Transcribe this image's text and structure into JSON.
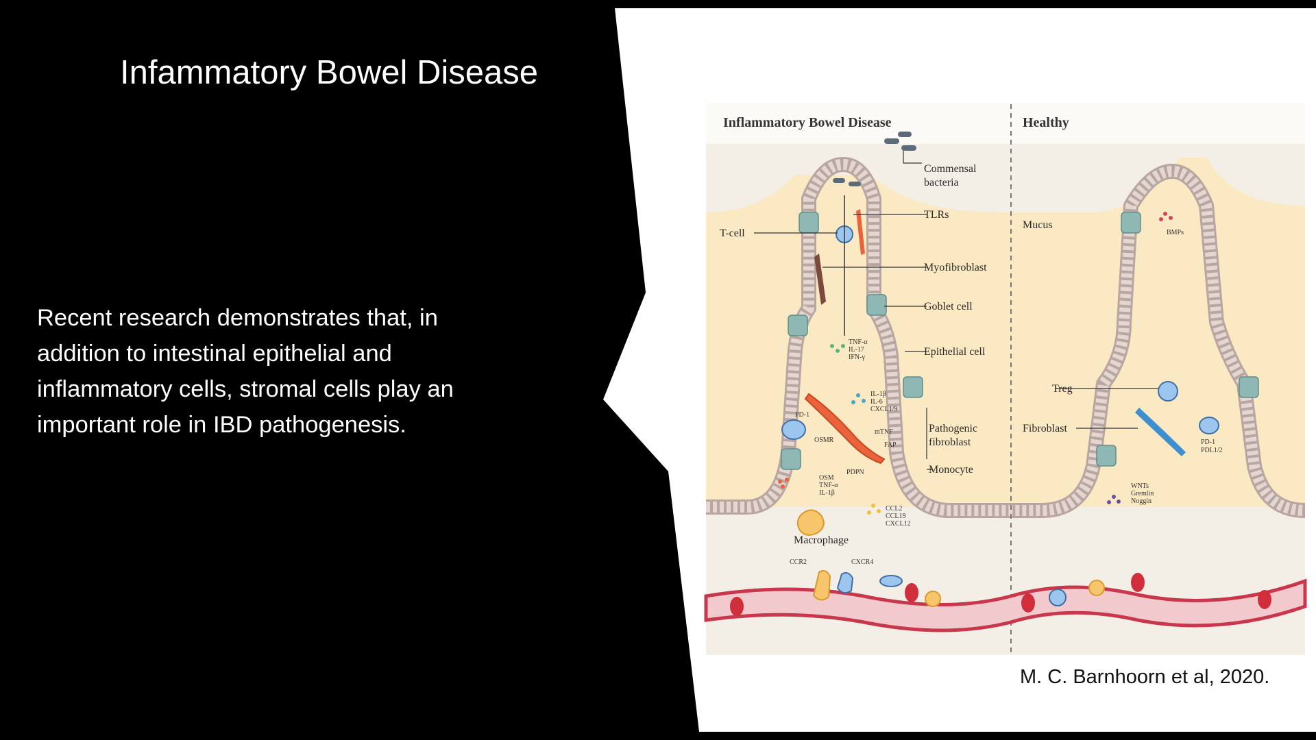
{
  "slide": {
    "title": "Infammatory Bowel Disease",
    "body": "Recent research demonstrates that, in addition to intestinal epithelial and inflammatory cells, stromal cells play an important role in IBD pathogenesis.",
    "citation": "M. C. Barnhoorn et al, 2020."
  },
  "figure": {
    "header_left": "Inflammatory Bowel Disease",
    "header_right": "Healthy",
    "labels": {
      "commensal_1": "Commensal",
      "commensal_2": "bacteria",
      "tlrs": "TLRs",
      "tcell": "T-cell",
      "myofibroblast": "Myofibroblast",
      "goblet": "Goblet cell",
      "epithelial": "Epithelial cell",
      "pathogenic_1": "Pathogenic",
      "pathogenic_2": "fibroblast",
      "monocyte": "Monocyte",
      "macrophage": "Macrophage",
      "mucus": "Mucus",
      "treg": "Treg",
      "fibroblast": "Fibroblast"
    },
    "small": {
      "tnfa": "TNF-α",
      "il17": "IL-17",
      "ifng": "IFN-γ",
      "il1b_a": "IL-1β",
      "il6": "IL-6",
      "cxcl19": "CXCL1/9",
      "pd1": "PD-1",
      "osmr": "OSMR",
      "mtnf": "mTNF",
      "fap": "FAP",
      "pdpn": "PDPN",
      "osm": "OSM",
      "tnfa2": "TNF-α",
      "il1b_b": "IL-1β",
      "ccl2": "CCL2",
      "ccl19": "CCL19",
      "cxcl12": "CXCL12",
      "ccr2": "CCR2",
      "cxcr4": "CXCR4",
      "bmps": "BMPs",
      "pd1_h": "PD-1",
      "pdl12": "PDL1/2",
      "wnts": "WNTs",
      "gremlin": "Gremlin",
      "noggin": "Noggin"
    },
    "colors": {
      "mucus": "#fbe9c4",
      "lamina": "#f3efe6",
      "epithelium": "#d9c9c4",
      "goblet": "#8fb7b4",
      "vessel": "#c8374b",
      "fibroblast_pathogenic": "#e9643c",
      "fibroblast_healthy": "#3d8fd0"
    }
  }
}
